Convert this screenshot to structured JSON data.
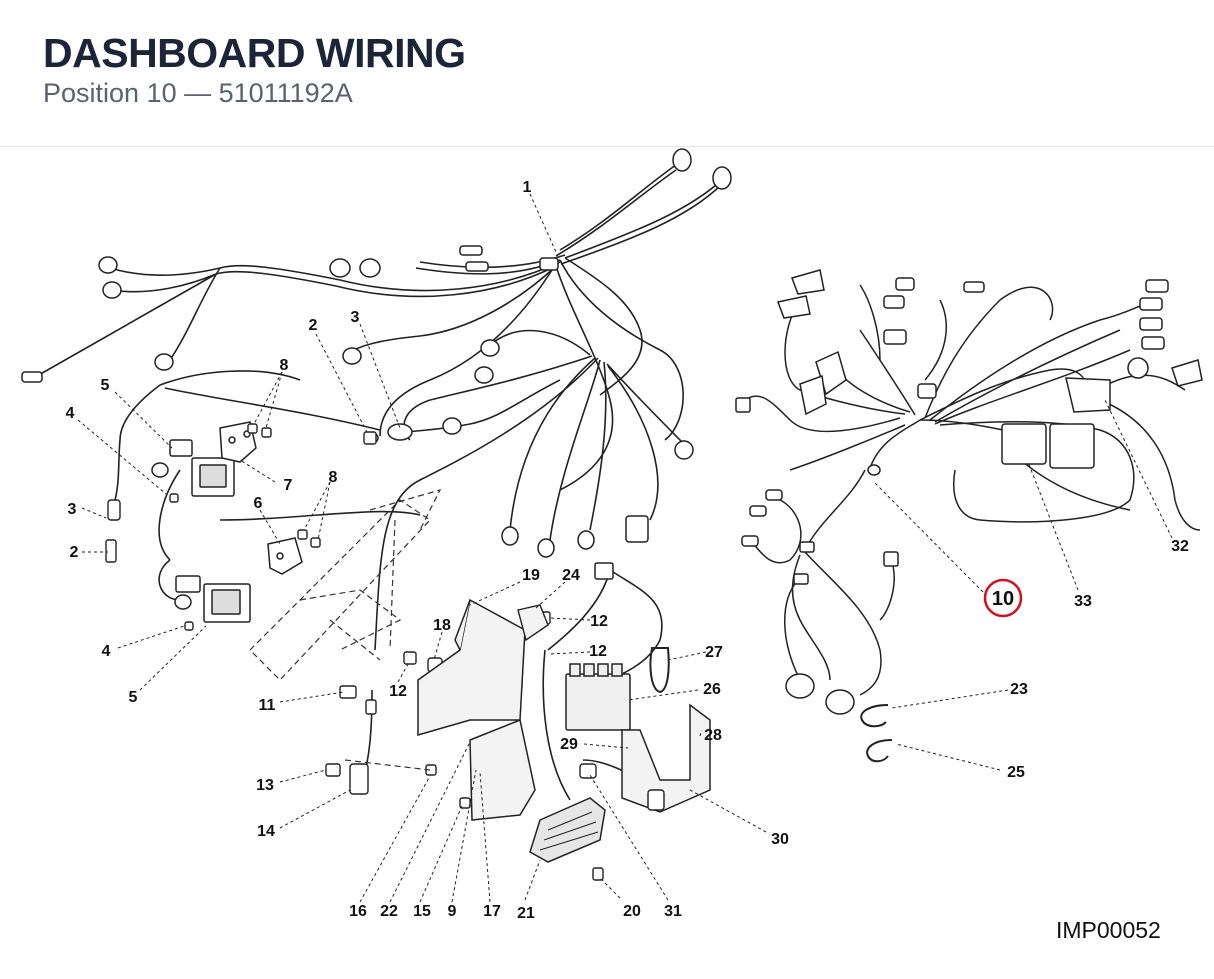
{
  "header": {
    "title": "DASHBOARD WIRING",
    "subtitle": "Position 10 — 51011192A"
  },
  "diagram_code": "IMP00052",
  "highlight_color": "#d0101e",
  "callouts": {
    "n1": "1",
    "n2a": "2",
    "n3a": "3",
    "n8a": "8",
    "n5a": "5",
    "n4a": "4",
    "n7": "7",
    "n3b": "3",
    "n2b": "2",
    "n6": "6",
    "n8b": "8",
    "n4b": "4",
    "n5b": "5",
    "n19": "19",
    "n24": "24",
    "n12a": "12",
    "n18": "18",
    "n12b": "12",
    "n12c": "12",
    "n27": "27",
    "n26": "26",
    "n11": "11",
    "n29": "29",
    "n28": "28",
    "n13": "13",
    "n14": "14",
    "n30": "30",
    "n16": "16",
    "n22": "22",
    "n15": "15",
    "n9": "9",
    "n17": "17",
    "n21": "21",
    "n20": "20",
    "n31": "31",
    "n32": "32",
    "n10": "10",
    "n33": "33",
    "n23": "23",
    "n25": "25"
  }
}
